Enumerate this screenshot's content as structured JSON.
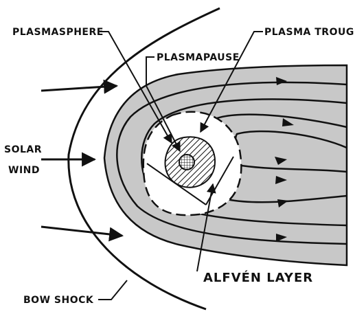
{
  "labels": {
    "plasmasphere": "PLASMASPHERE",
    "plasmapause": "PLASMAPAUSE",
    "plasma_trough": "PLASMA TROUGH",
    "solar_wind_line1": "SOLAR",
    "solar_wind_line2": "WIND",
    "alfven_layer": "ALFVÉN LAYER",
    "bow_shock": "BOW SHOCK"
  },
  "colors": {
    "ink": "#111111",
    "magnetosphere_fill": "#c8c8c8",
    "background": "#ffffff"
  }
}
